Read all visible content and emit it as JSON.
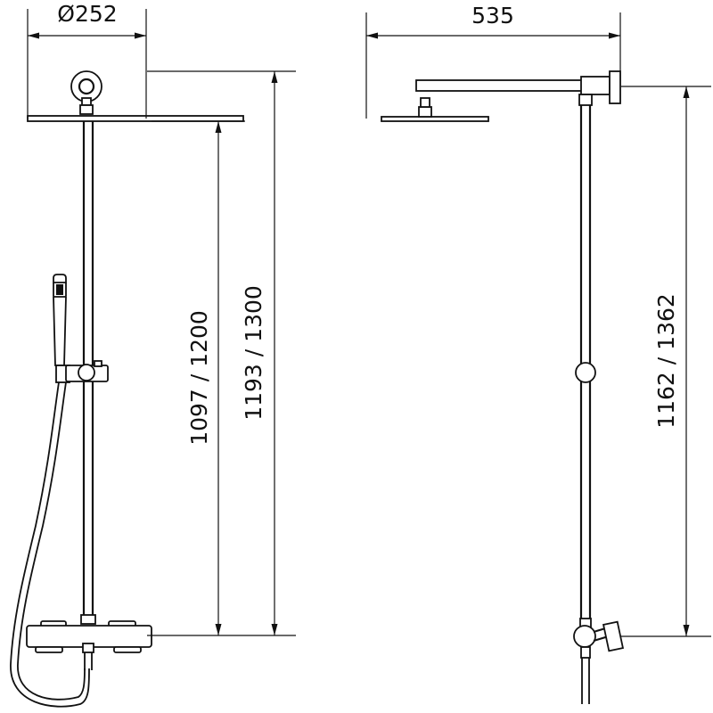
{
  "dimensions": {
    "diameter_label": "Ø252",
    "width_label": "535",
    "height_front_inner": "1097 / 1200",
    "height_front_outer": "1193 / 1300",
    "height_side": "1162 / 1362"
  }
}
